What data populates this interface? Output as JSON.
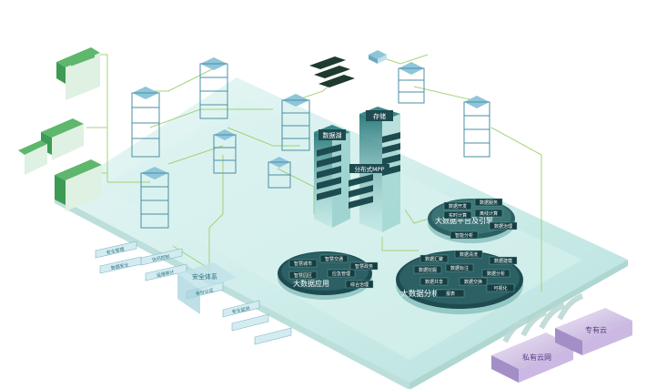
{
  "platform": {
    "central_tower_label": "分布式MPP",
    "left_tower_label": "数据湖",
    "right_tower_label": "存储"
  },
  "circles": {
    "top_right": {
      "title": "大数据平台及引擎",
      "tags": [
        "数据开发",
        "数据服务",
        "实时计算",
        "离线计算",
        "数据治理",
        "智能分析"
      ]
    },
    "center": {
      "title": "大数据分析加工",
      "tags": [
        "数据汇聚",
        "数据清洗",
        "数据建模",
        "数据挖掘",
        "数据标注",
        "数据分析",
        "数据共享",
        "数据交换",
        "可视化",
        "报表"
      ]
    },
    "left": {
      "title": "大数据应用",
      "tags": [
        "智慧城市",
        "智慧交通",
        "智慧政务",
        "智慧园区",
        "应急管理",
        "综合治理"
      ]
    }
  },
  "cloud": {
    "private_label": "私有云网",
    "dedicated_label": "专有云"
  },
  "security": {
    "title": "安全体系",
    "tags": [
      "安全管理",
      "访问控制",
      "数据安全",
      "运维审计",
      "身份认证",
      "安全监测"
    ]
  },
  "colors": {
    "platform": "#bfe7e4",
    "accent_green": "#7dc383",
    "teal_dark": "#1d4b50",
    "cloud_purple": "#c8b6df",
    "server_blue": "#8fc5d9"
  }
}
